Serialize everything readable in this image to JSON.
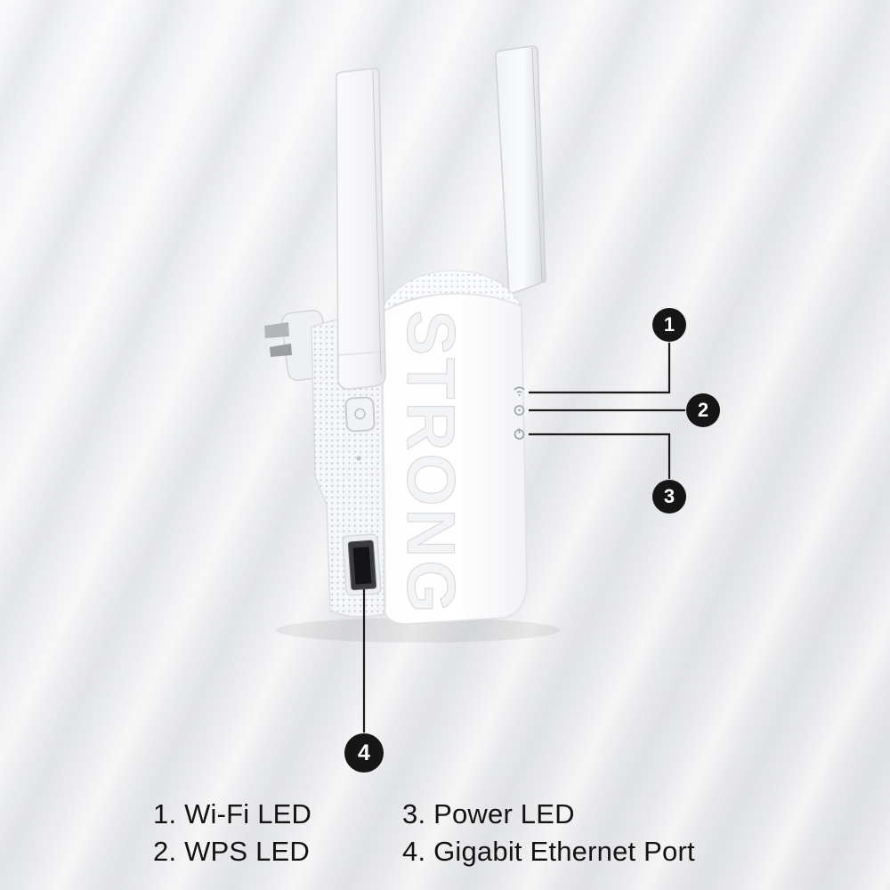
{
  "page": {
    "background_base": "#edeef0",
    "stripe_color": "#ced0d5",
    "callout_color": "#161616",
    "text_color": "#131313"
  },
  "device": {
    "brand": "STRONG",
    "body_color": "#fafbfc",
    "port_color": "#141417"
  },
  "callouts": [
    {
      "number": "1"
    },
    {
      "number": "2"
    },
    {
      "number": "3"
    },
    {
      "number": "4"
    }
  ],
  "legend": {
    "items": [
      {
        "number": "1.",
        "label": "Wi-Fi LED"
      },
      {
        "number": "2.",
        "label": "WPS LED"
      },
      {
        "number": "3.",
        "label": "Power LED"
      },
      {
        "number": "4.",
        "label": "Gigabit Ethernet Port"
      }
    ]
  }
}
